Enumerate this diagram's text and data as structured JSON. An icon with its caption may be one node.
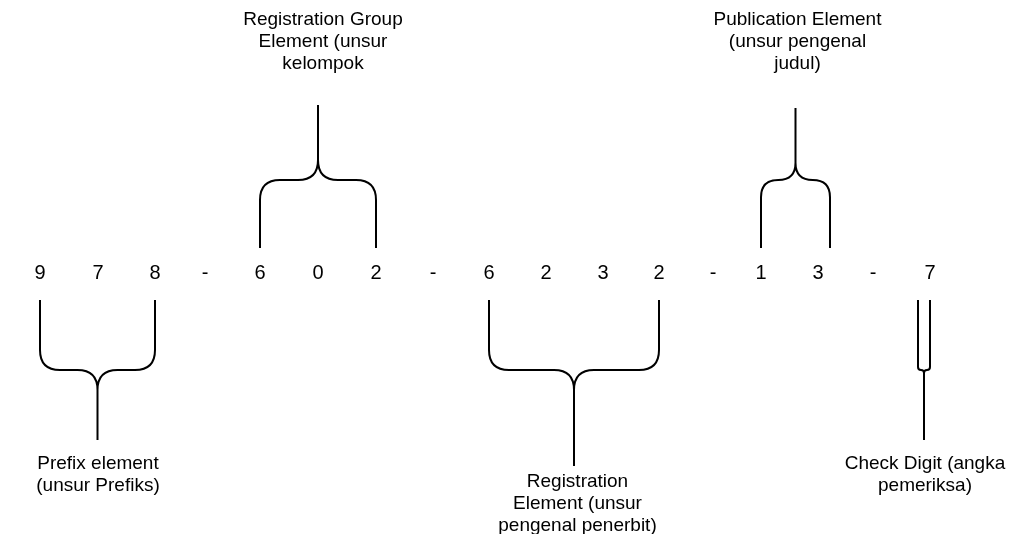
{
  "diagram": {
    "labels": [
      "Registration Group Element (unsur kelompok",
      "Publication Element (unsur pengenal judul)",
      "9",
      "7",
      "8",
      "-",
      "6",
      "0",
      "2",
      "-",
      "6",
      "2",
      "3",
      "2",
      "-",
      "1",
      "3",
      "-",
      "7",
      "Prefix element (unsur Prefiks)",
      "Registration Element (unsur pengenal penerbit)",
      "Check Digit (angka pemeriksa)"
    ]
  }
}
